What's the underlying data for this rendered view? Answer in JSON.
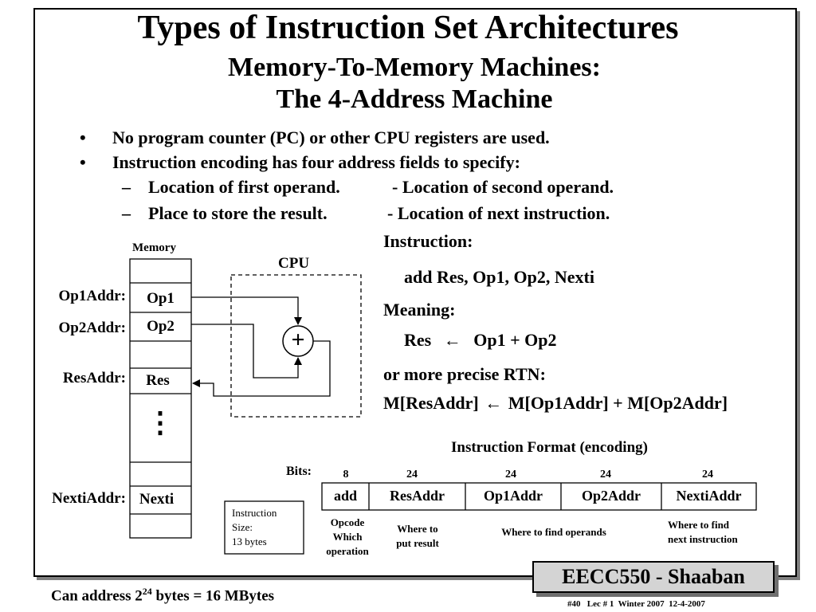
{
  "header": {
    "title": "Types of Instruction Set Architectures",
    "subtitle_line1": "Memory-To-Memory Machines:",
    "subtitle_line2": "The 4-Address Machine"
  },
  "bullets": [
    "No program counter (PC) or other CPU registers are used.",
    "Instruction encoding has four address fields to specify:"
  ],
  "subbullets": [
    {
      "left": "Location of first operand.",
      "right": "- Location of second operand."
    },
    {
      "left": "Place to store the result.",
      "right": "-  Location of next instruction."
    }
  ],
  "diagram": {
    "memory_label": "Memory",
    "cpu_label": "CPU",
    "adder_symbol": "+",
    "dots": "⋮",
    "cells": {
      "op1": "Op1",
      "op2": "Op2",
      "res": "Res",
      "nexti": "Nexti"
    },
    "addr_labels": {
      "op1": "Op1Addr:",
      "op2": "Op2Addr:",
      "res": "ResAddr:",
      "nexti": "NextiAddr:"
    }
  },
  "instruction": {
    "heading": "Instruction:",
    "text": "add Res, Op1, Op2, Nexti",
    "meaning_heading": "Meaning:",
    "meaning_lhs": "Res",
    "meaning_arrow": "←",
    "meaning_rhs": "Op1 + Op2",
    "rtn_heading": "or more precise RTN:",
    "rtn_lhs": "M[ResAddr]",
    "rtn_arrow": "←",
    "rtn_rhs": "M[Op1Addr] + M[Op2Addr]"
  },
  "format": {
    "title": "Instruction Format (encoding)",
    "bits_label": "Bits:",
    "bits": [
      "8",
      "24",
      "24",
      "24",
      "24"
    ],
    "fields": [
      "add",
      "ResAddr",
      "Op1Addr",
      "Op2Addr",
      "NextiAddr"
    ],
    "desc": {
      "opcode": [
        "Opcode",
        "Which",
        "operation"
      ],
      "result": [
        "Where to",
        "put result"
      ],
      "operands": "Where to find operands",
      "next": [
        "Where to find",
        "next instruction"
      ]
    },
    "size_box": [
      "Instruction",
      "Size:",
      "13 bytes"
    ]
  },
  "footer": {
    "address_prefix": "Can address 2",
    "address_exp": "24",
    "address_suffix": " bytes = 16 MBytes",
    "brand": "EECC550 - Shaaban",
    "slide_info": "#40   Lec # 1  Winter 2007  12-4-2007"
  }
}
